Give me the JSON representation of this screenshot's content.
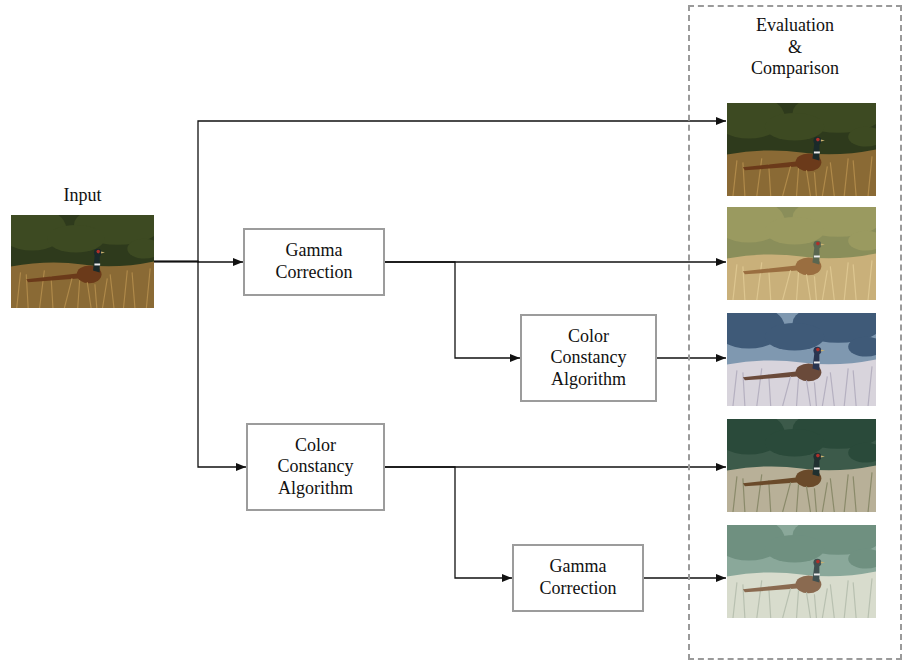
{
  "diagram": {
    "nodes": [
      {
        "text": [
          "Input"
        ]
      },
      {
        "text": [
          "Gamma Correction"
        ]
      },
      {
        "text": [
          "Color Constancy Algorithm"
        ]
      },
      {
        "text": [
          "Color Constancy Algorithm"
        ]
      },
      {
        "text": [
          "Gamma Correction"
        ]
      },
      {
        "text": [
          "Evaluation & Comparison"
        ]
      }
    ],
    "edges": [
      {
        "from": 0,
        "to": 5,
        "arrow": "to"
      },
      {
        "from": 0,
        "to": 1,
        "arrow": "to"
      },
      {
        "from": 1,
        "to": 5,
        "arrow": "to"
      },
      {
        "from": 1,
        "to": 2,
        "arrow": "to"
      },
      {
        "from": 2,
        "to": 5,
        "arrow": "to"
      },
      {
        "from": 0,
        "to": 3,
        "arrow": "to"
      },
      {
        "from": 3,
        "to": 5,
        "arrow": "to"
      },
      {
        "from": 3,
        "to": 4,
        "arrow": "to"
      },
      {
        "from": 4,
        "to": 5,
        "arrow": "to"
      }
    ]
  }
}
